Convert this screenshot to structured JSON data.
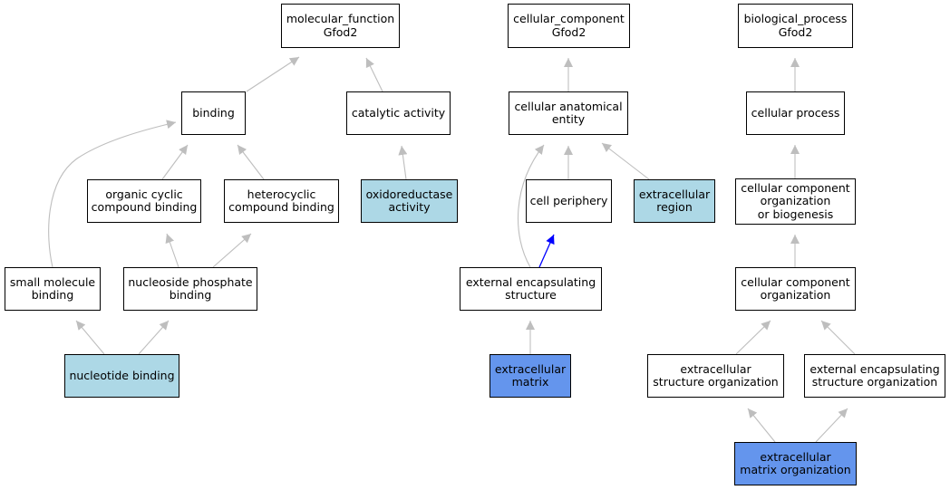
{
  "colors": {
    "default": "#ffffff",
    "light": "#add8e6",
    "blue": "#6495ed",
    "edge": "#bebebe",
    "highlight_edge": "#0000ff"
  },
  "nodes": {
    "mf": {
      "lines": [
        "molecular_function",
        "Gfod2"
      ],
      "fill": "default"
    },
    "binding": {
      "lines": [
        "binding"
      ],
      "fill": "default"
    },
    "catalytic": {
      "lines": [
        "catalytic activity"
      ],
      "fill": "default"
    },
    "organic": {
      "lines": [
        "organic cyclic",
        "compound binding"
      ],
      "fill": "default"
    },
    "hetero": {
      "lines": [
        "heterocyclic",
        "compound binding"
      ],
      "fill": "default"
    },
    "oxido": {
      "lines": [
        "oxidoreductase",
        "activity"
      ],
      "fill": "light"
    },
    "smallmol": {
      "lines": [
        "small molecule",
        "binding"
      ],
      "fill": "default"
    },
    "nucphos": {
      "lines": [
        "nucleoside phosphate",
        "binding"
      ],
      "fill": "default"
    },
    "nucbind": {
      "lines": [
        "nucleotide binding"
      ],
      "fill": "light"
    },
    "cc": {
      "lines": [
        "cellular_component",
        "Gfod2"
      ],
      "fill": "default"
    },
    "cae": {
      "lines": [
        "cellular anatomical",
        "entity"
      ],
      "fill": "default"
    },
    "periph": {
      "lines": [
        "cell periphery"
      ],
      "fill": "default"
    },
    "exreg": {
      "lines": [
        "extracellular",
        "region"
      ],
      "fill": "light"
    },
    "extenc": {
      "lines": [
        "external encapsulating",
        "structure"
      ],
      "fill": "default"
    },
    "ecm": {
      "lines": [
        "extracellular",
        "matrix"
      ],
      "fill": "blue"
    },
    "bp": {
      "lines": [
        "biological_process",
        "Gfod2"
      ],
      "fill": "default"
    },
    "cellproc": {
      "lines": [
        "cellular process"
      ],
      "fill": "default"
    },
    "ccob": {
      "lines": [
        "cellular component",
        "organization",
        "or biogenesis"
      ],
      "fill": "default"
    },
    "cco": {
      "lines": [
        "cellular component",
        "organization"
      ],
      "fill": "default"
    },
    "exso": {
      "lines": [
        "extracellular",
        "structure organization"
      ],
      "fill": "default"
    },
    "eeso": {
      "lines": [
        "external encapsulating",
        "structure organization"
      ],
      "fill": "default"
    },
    "ecmo": {
      "lines": [
        "extracellular",
        "matrix organization"
      ],
      "fill": "blue"
    }
  },
  "edges": [
    {
      "from": "binding",
      "to": "mf"
    },
    {
      "from": "catalytic",
      "to": "mf"
    },
    {
      "from": "organic",
      "to": "binding"
    },
    {
      "from": "hetero",
      "to": "binding"
    },
    {
      "from": "smallmol",
      "to": "binding"
    },
    {
      "from": "oxido",
      "to": "catalytic"
    },
    {
      "from": "nucphos",
      "to": "organic"
    },
    {
      "from": "nucphos",
      "to": "hetero"
    },
    {
      "from": "nucbind",
      "to": "smallmol"
    },
    {
      "from": "nucbind",
      "to": "nucphos"
    },
    {
      "from": "cae",
      "to": "cc"
    },
    {
      "from": "periph",
      "to": "cae"
    },
    {
      "from": "exreg",
      "to": "cae"
    },
    {
      "from": "extenc",
      "to": "cae"
    },
    {
      "from": "extenc",
      "to": "periph",
      "highlight": true
    },
    {
      "from": "ecm",
      "to": "extenc"
    },
    {
      "from": "cellproc",
      "to": "bp"
    },
    {
      "from": "ccob",
      "to": "cellproc"
    },
    {
      "from": "cco",
      "to": "ccob"
    },
    {
      "from": "exso",
      "to": "cco"
    },
    {
      "from": "eeso",
      "to": "cco"
    },
    {
      "from": "ecmo",
      "to": "exso"
    },
    {
      "from": "ecmo",
      "to": "eeso"
    }
  ]
}
